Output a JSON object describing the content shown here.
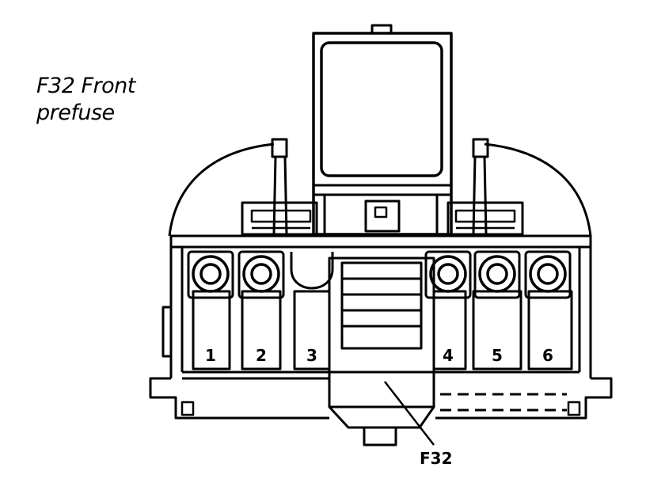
{
  "title": {
    "line1": "F32 Front",
    "line2": "prefuse"
  },
  "slots": [
    {
      "label": "1"
    },
    {
      "label": "2"
    },
    {
      "label": "3"
    },
    {
      "label": "4"
    },
    {
      "label": "5"
    },
    {
      "label": "6"
    }
  ],
  "callout": {
    "label": "F32"
  },
  "colors": {
    "line": "#000000",
    "background": "#ffffff"
  }
}
